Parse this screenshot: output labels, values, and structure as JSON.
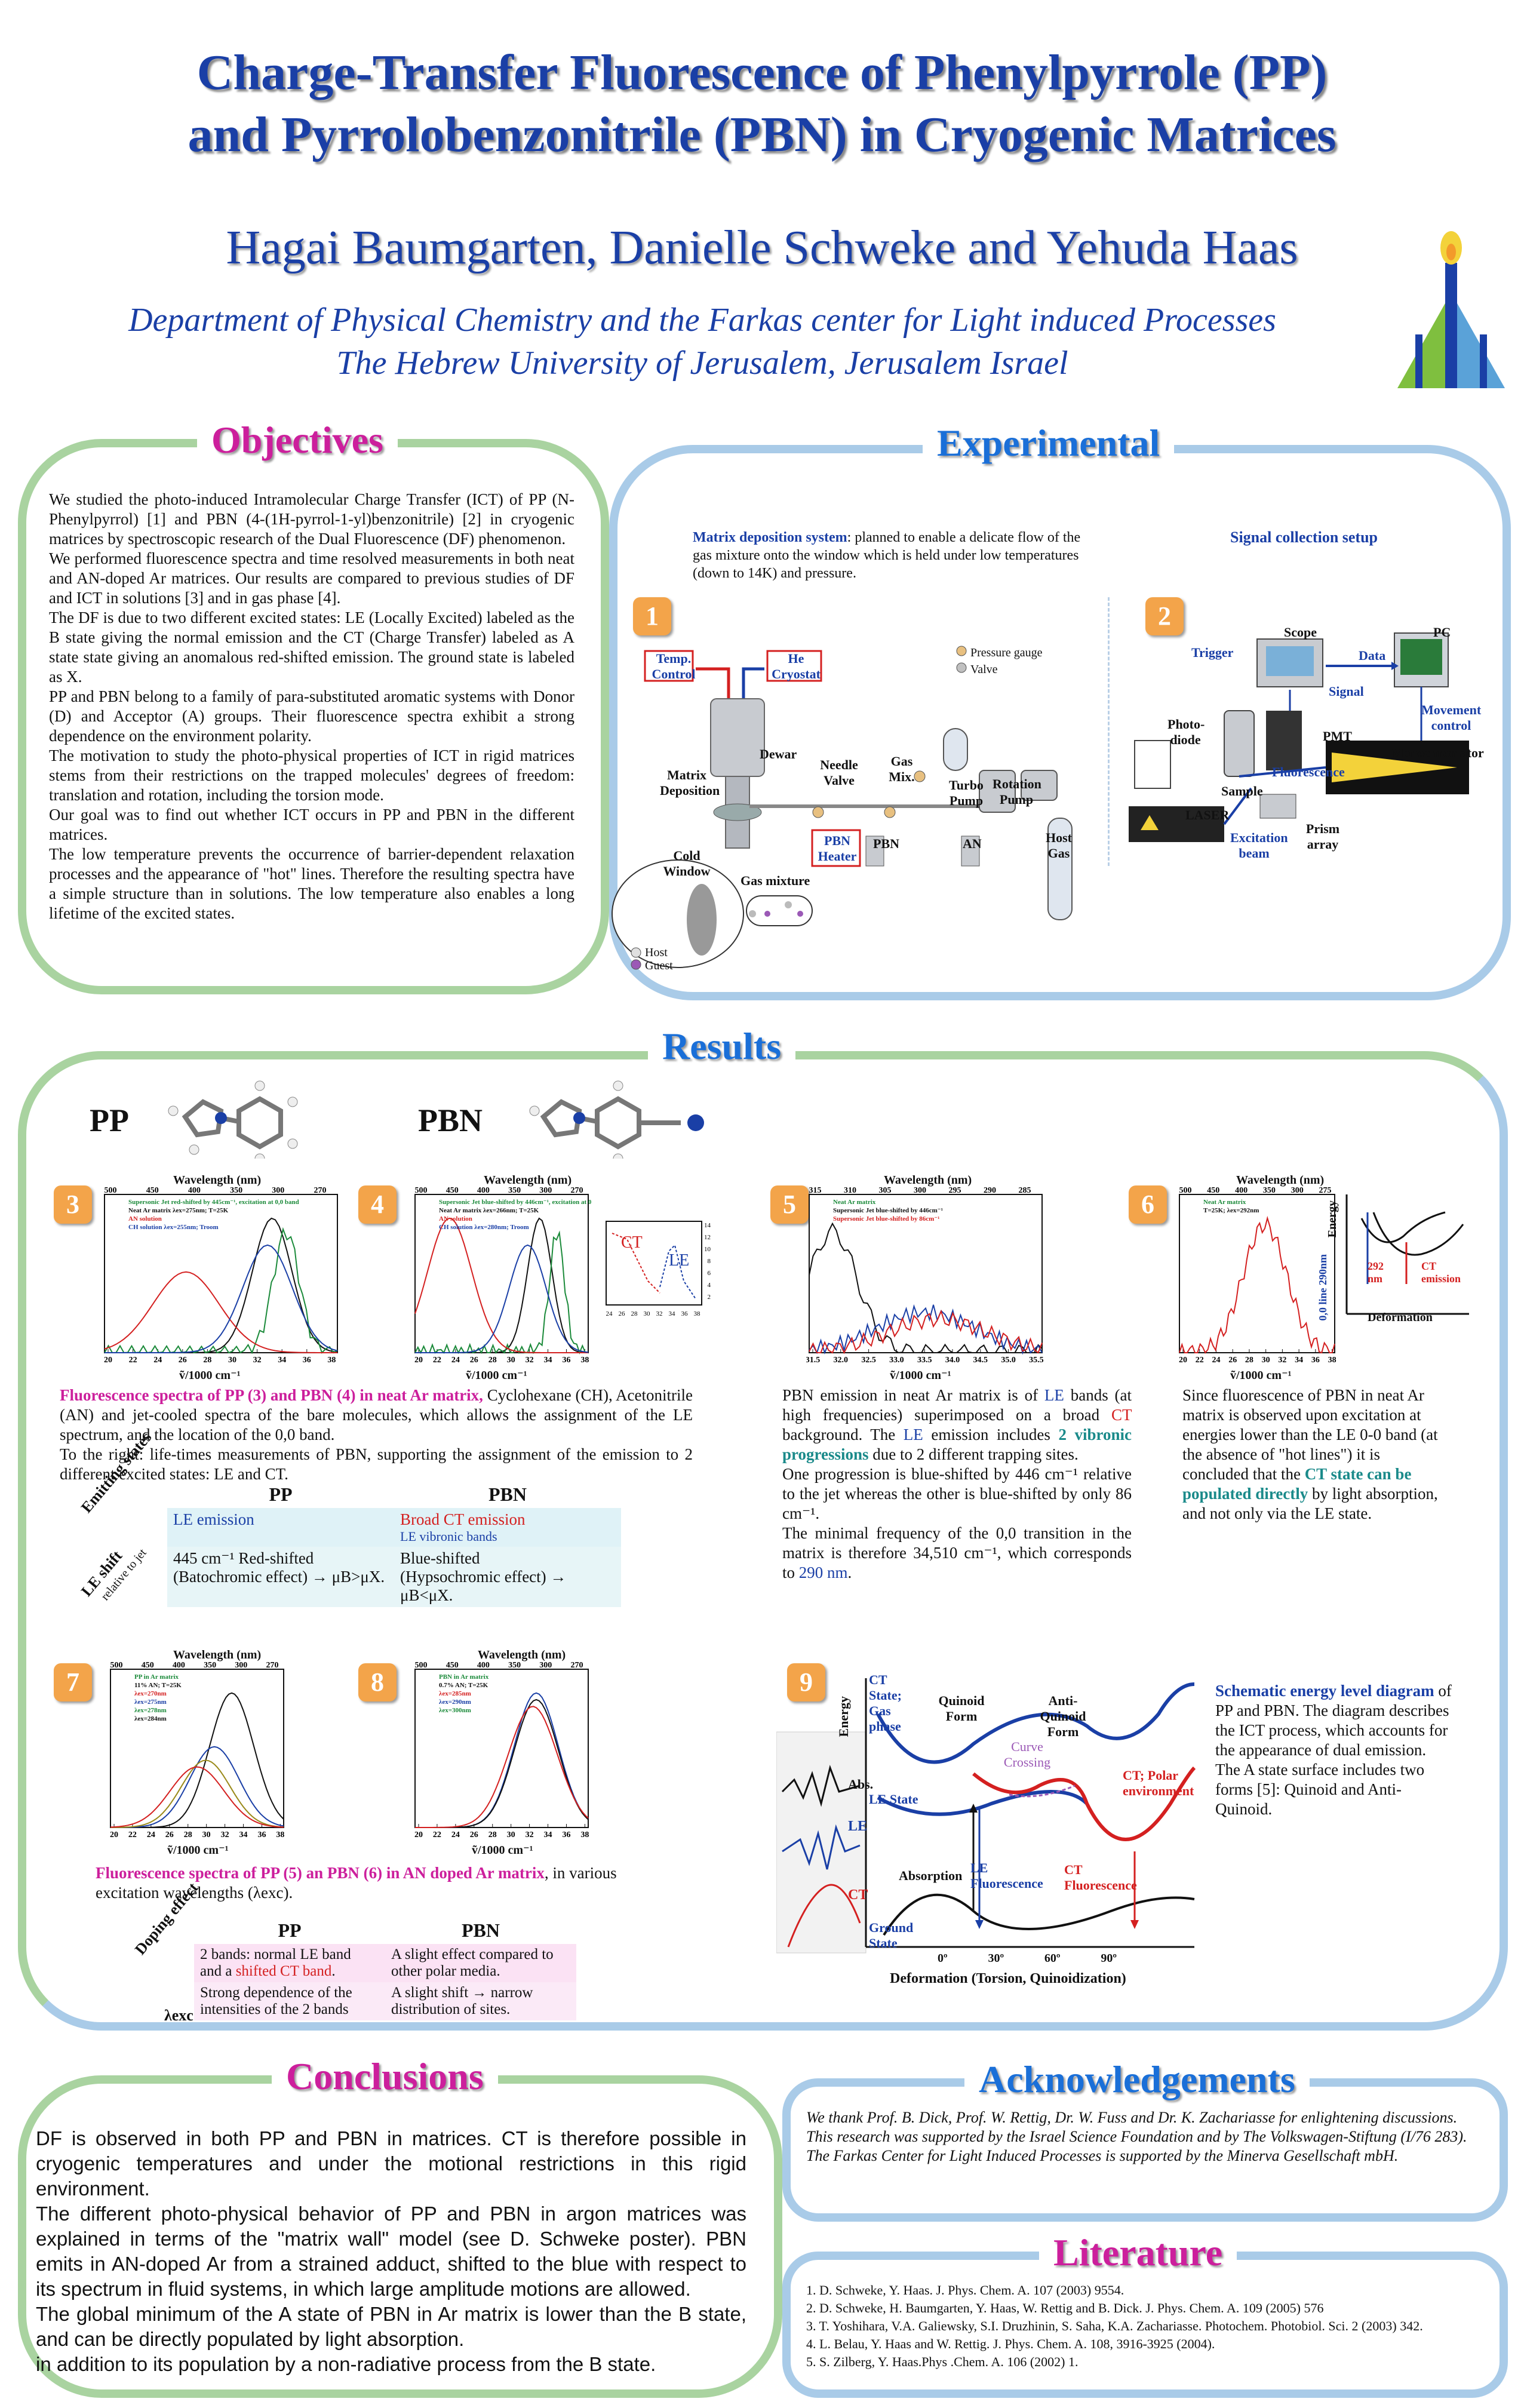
{
  "header": {
    "title_line1": "Charge-Transfer Fluorescence of Phenylpyrrole (PP)",
    "title_line2": "and Pyrrolobenzonitrile (PBN) in Cryogenic Matrices",
    "authors": "Hagai Baumgarten, Danielle Schweke and Yehuda Haas",
    "affiliation_line1": "Department of Physical Chemistry and the Farkas center for Light induced Processes",
    "affiliation_line2": "The Hebrew University of Jerusalem, Jerusalem Israel"
  },
  "objectives": {
    "heading": "Objectives",
    "p1": "We studied the photo-induced Intramolecular Charge Transfer (ICT) of PP (N-Phenylpyrrol) [1] and PBN (4-(1H-pyrrol-1-yl)benzonitrile) [2] in cryogenic matrices by spectroscopic research of the Dual Fluorescence (DF) phenomenon.",
    "p2": "We performed fluorescence spectra and time resolved measurements in both neat and AN-doped Ar matrices. Our results are compared to previous studies of DF and ICT in solutions [3] and in gas phase [4].",
    "p3": "The DF is due to two different excited states: LE (Locally Excited) labeled as the B state giving the normal emission and the CT (Charge Transfer) labeled as A state state giving an anomalous red-shifted emission. The ground state is labeled as X.",
    "p4": "PP and PBN belong to a family of para-substituted aromatic systems with Donor (D) and Acceptor (A) groups. Their fluorescence spectra exhibit a strong dependence on the environment polarity.",
    "p5": "The motivation to study the photo-physical properties of ICT in rigid matrices stems from their restrictions on the trapped molecules' degrees of freedom: translation and rotation, including the torsion mode.",
    "p6": "Our goal was to find out whether ICT occurs in PP and PBN in the different matrices.",
    "p7": "The low temperature prevents the occurrence of barrier-dependent relaxation processes and the appearance of \"hot\" lines. Therefore the resulting spectra have a simple structure than in solutions. The low temperature also enables a long lifetime of the excited states."
  },
  "experimental": {
    "heading": "Experimental",
    "deposition_title": "Matrix deposition system",
    "deposition_text": ": planned to enable a delicate flow of the gas mixture onto the window which is held under low temperatures (down to 14K) and pressure.",
    "signal_title": "Signal collection setup",
    "num1": "1",
    "num2": "2",
    "labels1": {
      "temp": "Temp. Control",
      "he": "He Cryostat",
      "pressure": "Pressure gauge",
      "valve": "Valve",
      "dewar": "Dewar",
      "needle": "Needle Valve",
      "gasmix": "Gas Mix.",
      "turbo": "Turbo Pump",
      "rotation": "Rotation Pump",
      "matrixdep": "Matrix Deposition",
      "pbnheater": "PBN Heater",
      "pbn": "PBN",
      "an": "AN",
      "hostgas": "Host Gas",
      "cold": "Cold Window",
      "gasmixture": "Gas mixture",
      "host": "Host",
      "guest": "Guest"
    },
    "labels2": {
      "scope": "Scope",
      "pc": "PC",
      "trigger": "Trigger",
      "data": "Data",
      "signal": "Signal",
      "movement": "Movement control",
      "photodiode": "Photo-diode",
      "pmt": "PMT",
      "monochromator": "Monochromator",
      "fluorescence": "Fluorescence",
      "sample": "Sample",
      "laser": "LASER",
      "excitation": "Excitation beam",
      "prism": "Prism array"
    }
  },
  "results": {
    "heading": "Results",
    "pp_label": "PP",
    "pbn_label": "PBN",
    "fig3": {
      "num": "3",
      "top_axis": "Wavelength (nm)",
      "bottom_axis": "ṽ/1000 cm⁻¹",
      "top_ticks": [
        "500",
        "450",
        "400",
        "350",
        "300",
        "270"
      ],
      "bottom_ticks": [
        "20",
        "22",
        "24",
        "26",
        "28",
        "30",
        "32",
        "34",
        "36",
        "38"
      ],
      "legend": [
        "Supersonic Jet red-shifted by 445cm⁻¹, excitation at 0,0 band",
        "Neat Ar matrix λex=275nm; T=25K",
        "AN solution",
        "CH solution λex=255nm; Troom"
      ]
    },
    "fig4": {
      "num": "4",
      "top_axis": "Wavelength (nm)",
      "bottom_axis": "ṽ/1000 cm⁻¹",
      "top_ticks": [
        "500",
        "450",
        "400",
        "350",
        "300",
        "270"
      ],
      "bottom_ticks": [
        "20",
        "22",
        "24",
        "26",
        "28",
        "30",
        "32",
        "34",
        "36",
        "38"
      ],
      "legend": [
        "Supersonic Jet blue-shifted by 446cm⁻¹, excitation at 0,0 band",
        "Neat Ar matrix λex=266nm; T=25K",
        "AN solution",
        "CH solution λex=280nm; Troom"
      ],
      "inset_ct": "CT",
      "inset_le": "LE",
      "inset_ticks": [
        "24",
        "26",
        "28",
        "30",
        "32",
        "34",
        "36",
        "38"
      ],
      "inset_yticks": [
        "14",
        "12",
        "10",
        "8",
        "6",
        "4",
        "2"
      ]
    },
    "fig5": {
      "num": "5",
      "top_axis": "Wavelength (nm)",
      "bottom_axis": "ṽ/1000 cm⁻¹",
      "top_ticks": [
        "315",
        "310",
        "305",
        "300",
        "295",
        "290",
        "285"
      ],
      "bottom_ticks": [
        "31.5",
        "32.0",
        "32.5",
        "33.0",
        "33.5",
        "34.0",
        "34.5",
        "35.0",
        "35.5"
      ],
      "legend": [
        "Neat Ar matrix",
        "Supersonic Jet blue-shifted by 446cm⁻¹",
        "Supersonic Jet blue-shifted by 86cm⁻¹"
      ]
    },
    "fig6": {
      "num": "6",
      "top_axis": "Wavelength (nm)",
      "bottom_axis": "ṽ/1000 cm⁻¹",
      "top_ticks": [
        "500",
        "450",
        "400",
        "350",
        "300",
        "275"
      ],
      "bottom_ticks": [
        "20",
        "22",
        "24",
        "26",
        "28",
        "30",
        "32",
        "34",
        "36",
        "38"
      ],
      "legend": [
        "Neat Ar matrix",
        "T=25K; λex=292nm"
      ],
      "energy": "Energy",
      "deformation": "Deformation",
      "line00": "0,0 line 290nm",
      "lbl292": "292 nm",
      "ct_emission": "CT emission"
    },
    "caption34_bold": "Fluorescence spectra of PP (3) and PBN (4) in neat Ar matrix,",
    "caption34_rest": " Cyclohexane (CH), Acetonitrile (AN) and jet-cooled spectra of the bare molecules, which allows the assignment of the LE spectrum, and the location of the 0,0 band.",
    "caption34_line2": "To the right: life-times measurements of PBN, supporting the assignment of the emission to 2 different excited states: LE and CT.",
    "table1": {
      "col_pp": "PP",
      "col_pbn": "PBN",
      "row1_label": "Emitting states",
      "row1_pp": "LE emission",
      "row1_pbn_a": "Broad CT emission",
      "row1_pbn_b": "LE vibronic bands",
      "row2_label": "LE shift",
      "row2_label_sub": "relative to jet",
      "row2_pp_a": "445 cm⁻¹ Red-shifted",
      "row2_pp_b": "(Batochromic effect) → μB>μX.",
      "row2_pbn_a": "Blue-shifted",
      "row2_pbn_b": "(Hypsochromic effect) → μB<μX."
    },
    "text5": {
      "p1_a": "PBN emission in neat Ar matrix is of ",
      "p1_le": "LE",
      "p1_b": " bands (at high frequencies) superimposed on a broad ",
      "p1_ct": "CT",
      "p1_c": " background. The ",
      "p1_le2": "LE",
      "p1_d": " emission includes ",
      "p1_prog": "2 vibronic progressions",
      "p1_e": " due to 2 different trapping sites.",
      "p2": "One progression is blue-shifted by 446 cm⁻¹ relative to the jet whereas the other is blue-shifted by only 86 cm⁻¹.",
      "p3_a": "The minimal frequency of the 0,0 transition in the matrix is therefore 34,510 cm⁻¹, which corresponds to ",
      "p3_nm": "290 nm",
      "p3_b": "."
    },
    "text6": {
      "a": "Since fluorescence of PBN in neat Ar matrix is observed upon excitation at energies lower than the LE 0-0 band (at the absence of \"hot lines\") it is concluded that the ",
      "b": "CT state can be populated directly",
      "c": " by light absorption, and not only via the LE state."
    },
    "fig7": {
      "num": "7",
      "top_axis": "Wavelength (nm)",
      "bottom_axis": "ṽ/1000 cm⁻¹",
      "top_ticks": [
        "500",
        "450",
        "400",
        "350",
        "300",
        "270"
      ],
      "bottom_ticks": [
        "20",
        "22",
        "24",
        "26",
        "28",
        "30",
        "32",
        "34",
        "36",
        "38"
      ],
      "legend_title": "PP in Ar matrix",
      "legend_sub": "11% AN; T=25K",
      "legend": [
        "λex=270nm",
        "λex=275nm",
        "λex=278nm",
        "λex=284nm"
      ]
    },
    "fig8": {
      "num": "8",
      "top_axis": "Wavelength (nm)",
      "bottom_axis": "ṽ/1000 cm⁻¹",
      "top_ticks": [
        "500",
        "450",
        "400",
        "350",
        "300",
        "270"
      ],
      "bottom_ticks": [
        "20",
        "22",
        "24",
        "26",
        "28",
        "30",
        "32",
        "34",
        "36",
        "38"
      ],
      "legend_title": "PBN in Ar matrix",
      "legend_sub": "0.7% AN; T=25K",
      "legend": [
        "λex=285nm",
        "λex=290nm",
        "λex=300nm"
      ]
    },
    "caption78_bold": "Fluorescence spectra of PP (5) an PBN (6) in AN doped Ar matrix",
    "caption78_rest": ", in various excitation wavelengths (λexc).",
    "table2": {
      "col_pp": "PP",
      "col_pbn": "PBN",
      "row1_label": "Doping effect",
      "row1_pp_a": "2 bands: normal LE band",
      "row1_pp_b": "and a ",
      "row1_pp_c": "shifted CT band",
      "row1_pp_d": ".",
      "row1_pbn": "A slight effect compared to other polar media.",
      "row2_label": "λexc",
      "row2_pp": "Strong dependence of the intensities of the 2 bands",
      "row2_pbn": "A slight shift → narrow distribution of sites."
    },
    "fig9": {
      "num": "9",
      "ct_state": "CT State; Gas phase",
      "quinoid": "Quinoid Form",
      "antiquinoid": "Anti-Quinoid Form",
      "curve_crossing": "Curve Crossing",
      "ct_polar": "CT; Polar environment",
      "le_state": "LE State",
      "absorption": "Absorption",
      "le_fluor": "LE Fluorescence",
      "ct_fluor": "CT Fluorescence",
      "ground": "Ground State",
      "energy": "Energy",
      "le": "LE",
      "ct": "CT",
      "abs": "Abs.",
      "xticks": [
        "0º",
        "30º",
        "60º",
        "90º"
      ],
      "xlabel": "Deformation (Torsion, Quinoidization)"
    },
    "text9": {
      "title": "Schematic energy level diagram",
      "a": " of PP and PBN. The diagram describes the ICT process, which accounts for the appearance of dual emission.",
      "b": "The A state surface includes two forms [5]: Quinoid and Anti-Quinoid."
    }
  },
  "conclusions": {
    "heading": "Conclusions",
    "p1": "DF is observed in both PP and PBN in matrices. CT is therefore possible in cryogenic temperatures and under the motional restrictions in this rigid environment.",
    "p2": "The different photo-physical behavior of PP and PBN in argon matrices was explained in terms of the \"matrix wall\" model (see D. Schweke poster). PBN emits in AN-doped Ar from a strained adduct, shifted to the blue with respect to its spectrum in fluid systems, in which large amplitude motions are allowed.",
    "p3": "The global minimum of the A state of PBN in Ar matrix is lower than the B state, and can be directly populated by light absorption.",
    "p4": " in addition to its population by a non-radiative process from the B state."
  },
  "acknowledgements": {
    "heading": "Acknowledgements",
    "p1": "We thank Prof. B. Dick, Prof. W. Rettig, Dr. W. Fuss and Dr. K. Zachariasse for enlightening discussions.",
    "p2": "This research was supported by the Israel Science Foundation and by The Volkswagen-Stiftung (I/76 283). The Farkas Center for Light Induced Processes is supported by the Minerva Gesellschaft mbH."
  },
  "literature": {
    "heading": "Literature",
    "refs": [
      "1. D. Schweke, Y. Haas. J. Phys. Chem. A. 107 (2003) 9554.",
      "2. D. Schweke, H. Baumgarten, Y. Haas, W. Rettig and B. Dick. J. Phys. Chem. A. 109 (2005) 576",
      "3. T. Yoshihara, V.A. Galiewsky, S.I. Druzhinin, S. Saha, K.A. Zachariasse. Photochem. Photobiol. Sci. 2 (2003) 342.",
      "4. L. Belau, Y. Haas and W. Rettig. J. Phys. Chem. A. 108, 3916-3925 (2004).",
      "5. S. Zilberg, Y. Haas.Phys .Chem. A. 106 (2002) 1."
    ]
  },
  "colors": {
    "title": "#1a3fa6",
    "green_frame": "#a9d3a0",
    "blue_frame": "#a9cbe8",
    "magenta": "#cc1f9c",
    "number_badge": "#f3a44a"
  }
}
